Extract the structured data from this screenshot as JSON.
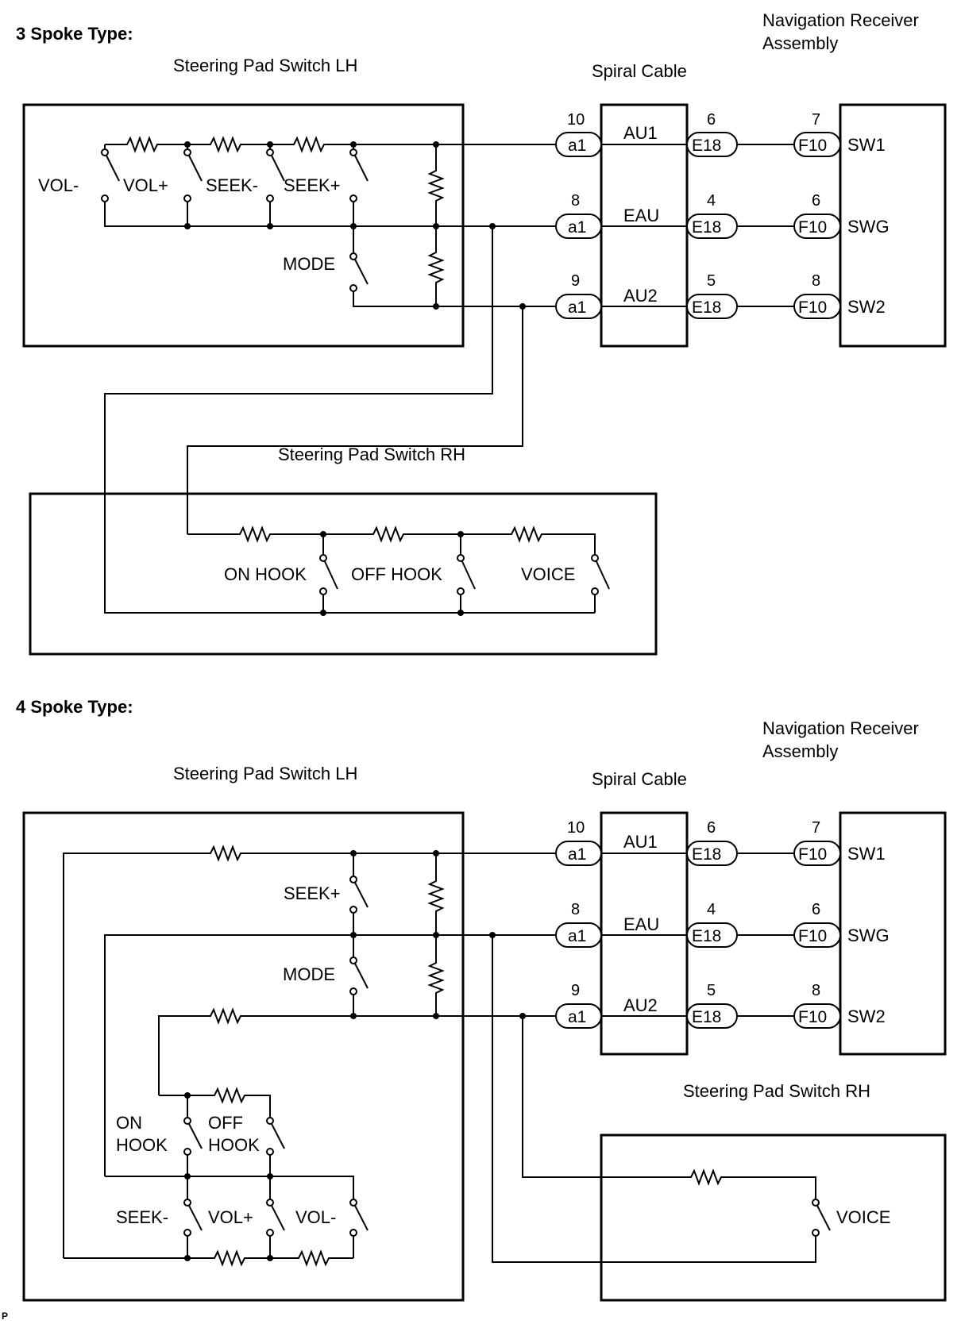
{
  "diagram": {
    "spoke3": {
      "title": "3 Spoke Type:",
      "lh_label": "Steering Pad Switch LH",
      "rh_label": "Steering Pad Switch RH",
      "spiral_label": "Spiral Cable",
      "nav_label_line1": "Navigation Receiver",
      "nav_label_line2": "Assembly",
      "switches_lh": [
        "VOL-",
        "VOL+",
        "SEEK-",
        "SEEK+",
        "MODE"
      ],
      "switches_rh": [
        "ON HOOK",
        "OFF HOOK",
        "VOICE"
      ]
    },
    "spoke4": {
      "title": "4 Spoke Type:",
      "lh_label": "Steering Pad Switch LH",
      "rh_label": "Steering Pad Switch RH",
      "spiral_label": "Spiral Cable",
      "nav_label_line1": "Navigation Receiver",
      "nav_label_line2": "Assembly",
      "switches_lh": [
        "SEEK+",
        "MODE",
        "ON",
        "HOOK",
        "OFF",
        "HOOK",
        "SEEK-",
        "VOL+",
        "VOL-"
      ],
      "switches_rh": [
        "VOICE"
      ]
    },
    "signals": [
      {
        "a1_pin": "10",
        "spiral_sig": "AU1",
        "e18_pin": "6",
        "f10_pin": "7",
        "nav_sig": "SW1"
      },
      {
        "a1_pin": "8",
        "spiral_sig": "EAU",
        "e18_pin": "4",
        "f10_pin": "6",
        "nav_sig": "SWG"
      },
      {
        "a1_pin": "9",
        "spiral_sig": "AU2",
        "e18_pin": "5",
        "f10_pin": "8",
        "nav_sig": "SW2"
      }
    ],
    "connectors": {
      "a1": "a1",
      "e18": "E18",
      "f10": "F10"
    },
    "footer_mark": "P"
  }
}
